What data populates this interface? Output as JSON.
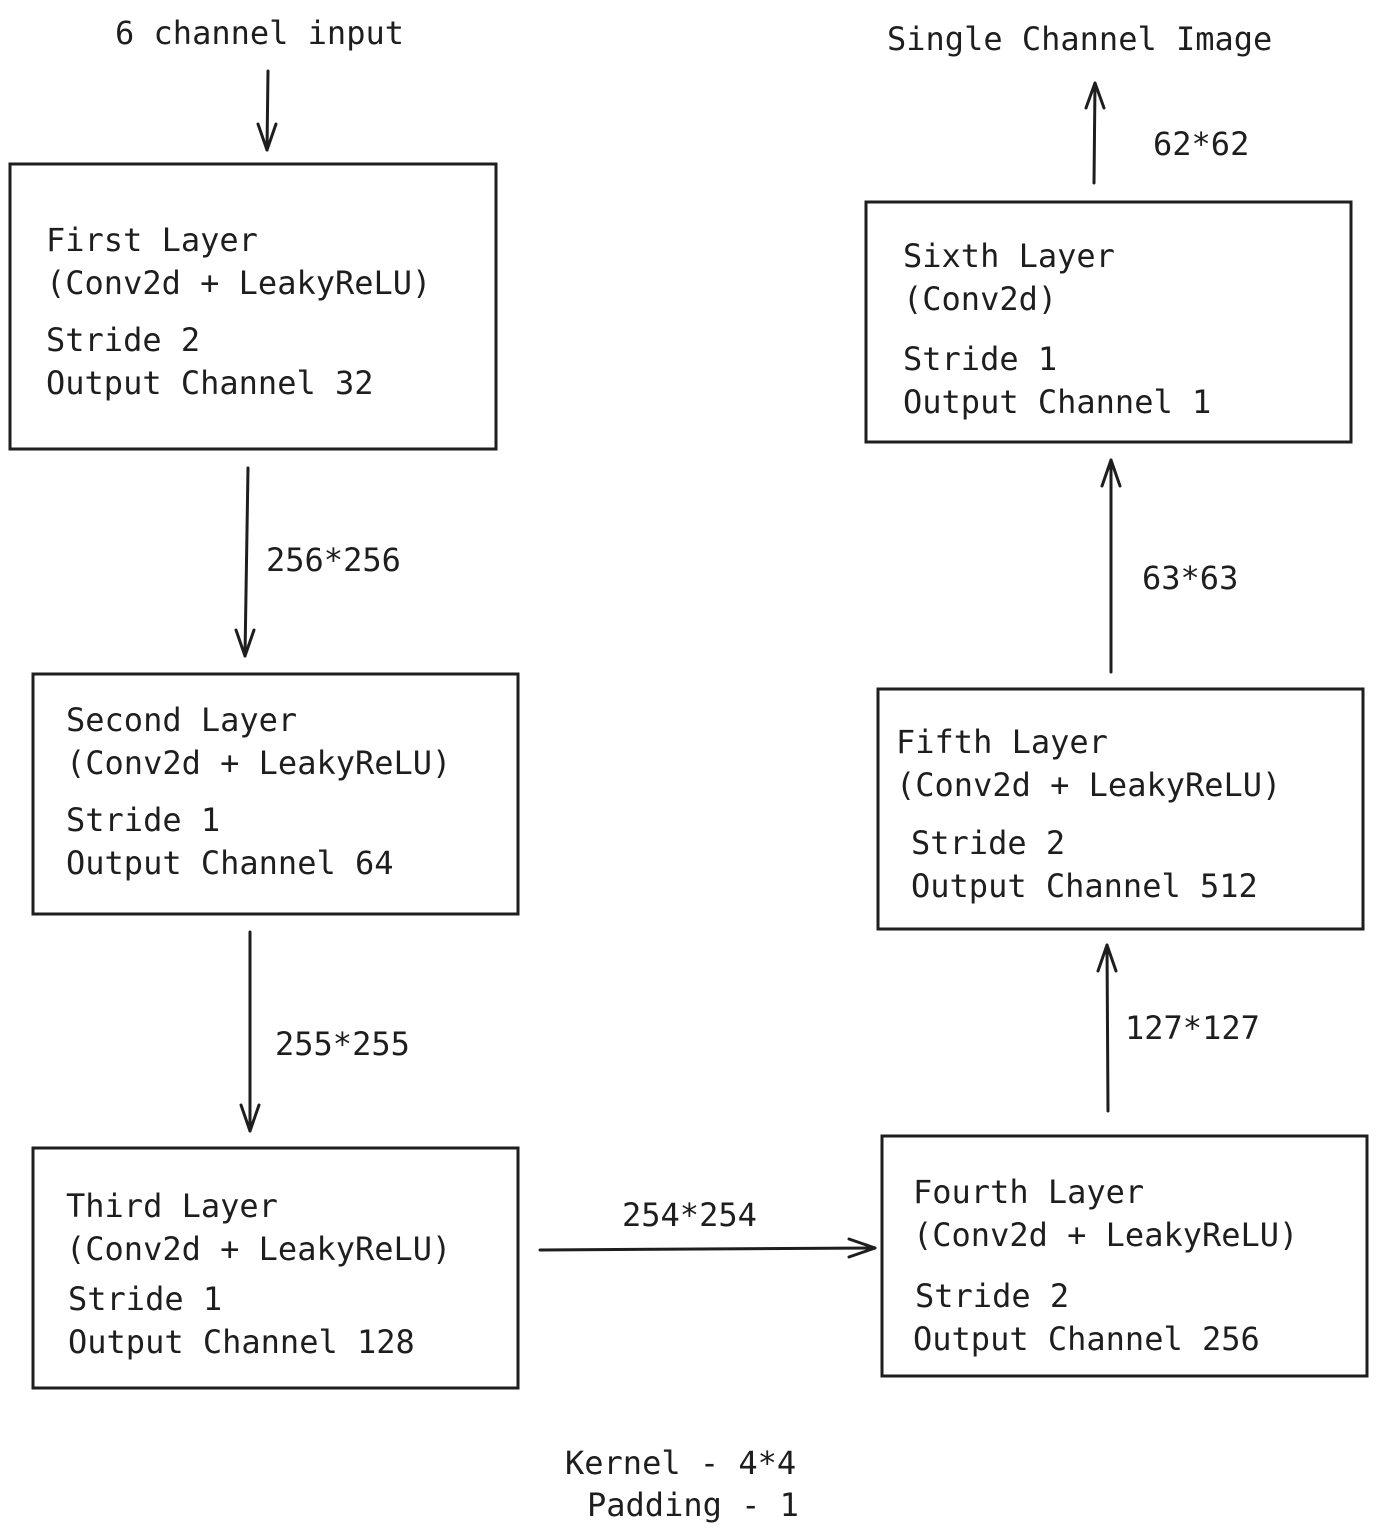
{
  "input_label": "6 channel input",
  "output_label": "Single Channel Image",
  "layers": [
    {
      "title": "First Layer",
      "ops": "(Conv2d + LeakyReLU)",
      "stride": "Stride 2",
      "channels": "Output Channel 32"
    },
    {
      "title": "Second Layer",
      "ops": "(Conv2d + LeakyReLU)",
      "stride": "Stride 1",
      "channels": "Output Channel 64"
    },
    {
      "title": "Third Layer",
      "ops": "(Conv2d + LeakyReLU)",
      "stride": "Stride 1",
      "channels": "Output Channel 128"
    },
    {
      "title": "Fourth Layer",
      "ops": "(Conv2d + LeakyReLU)",
      "stride": "Stride 2",
      "channels": "Output Channel 256"
    },
    {
      "title": "Fifth Layer",
      "ops": "(Conv2d + LeakyReLU)",
      "stride": "Stride 2",
      "channels": "Output Channel 512"
    },
    {
      "title": "Sixth Layer",
      "ops": "(Conv2d)",
      "stride": "Stride 1",
      "channels": "Output Channel 1"
    }
  ],
  "edges": [
    "256*256",
    "255*255",
    "254*254",
    "127*127",
    "63*63",
    "62*62"
  ],
  "footer": {
    "kernel": "Kernel - 4*4",
    "padding": "Padding - 1"
  }
}
